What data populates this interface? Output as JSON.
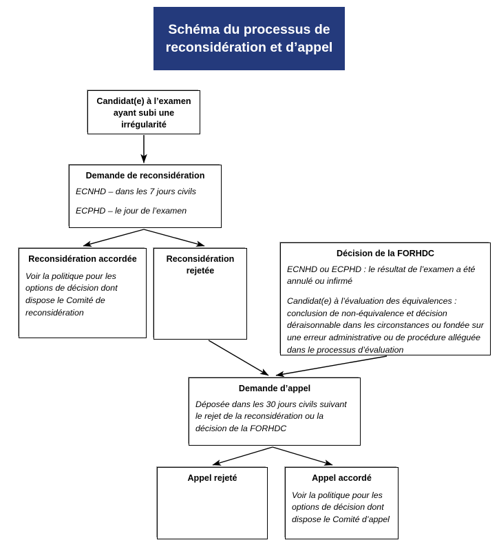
{
  "title": {
    "line1": "Schéma du processus de",
    "line2": "reconsidération et d’appel",
    "background_color": "#243A7C",
    "text_color": "#FFFFFF"
  },
  "theme": {
    "page_background": "#FFFFFF",
    "node_border_color": "#000000",
    "node_shadow_color": "#A8A8A8",
    "arrow_color": "#000000",
    "text_color": "#000000"
  },
  "nodes": {
    "candidate": {
      "title": "Candidat(e) à l’examen ayant subi une irrégularité",
      "body": []
    },
    "demande_reconsideration": {
      "title": "Demande de reconsidération",
      "body": [
        "ECNHD – dans les 7 jours civils",
        "ECPHD – le jour de l’examen"
      ]
    },
    "reconsideration_accordee": {
      "title": "Reconsidération accordée",
      "body": [
        "Voir la politique pour les options de décision dont dispose le Comité de reconsidération"
      ]
    },
    "reconsideration_rejetee": {
      "title": "Reconsidération rejetée",
      "body": []
    },
    "decision_forhdc": {
      "title": "Décision de la FORHDC",
      "body": [
        "ECNHD ou ECPHD : le résultat de l’examen a été annulé ou infirmé",
        "Candidat(e) à l’évaluation des équivalences : conclusion de non-équivalence et décision déraisonnable dans les circonstances ou fondée sur une erreur administrative ou de procédure alléguée dans le processus d’évaluation"
      ]
    },
    "demande_appel": {
      "title": "Demande d’appel",
      "body": [
        "Déposée dans les 30 jours civils suivant le rejet de la reconsidération ou la décision de la FORHDC"
      ]
    },
    "appel_rejete": {
      "title": "Appel rejeté",
      "body": []
    },
    "appel_accorde": {
      "title": "Appel accordé",
      "body": [
        "Voir la politique pour les options de décision dont dispose le Comité d’appel"
      ]
    }
  },
  "connectors": [
    {
      "name": "candidate-to-demande-reconsideration",
      "from": "candidate",
      "to": "demande_reconsideration",
      "style": "straight-down"
    },
    {
      "name": "demande-reconsideration-to-reconsideration-accordee",
      "from": "demande_reconsideration",
      "to": "reconsideration_accordee",
      "style": "diagonal-left"
    },
    {
      "name": "demande-reconsideration-to-reconsideration-rejetee",
      "from": "demande_reconsideration",
      "to": "reconsideration_rejetee",
      "style": "diagonal-right"
    },
    {
      "name": "reconsideration-rejetee-to-demande-appel",
      "from": "reconsideration_rejetee",
      "to": "demande_appel",
      "style": "diagonal-right-down"
    },
    {
      "name": "decision-forhdc-to-demande-appel",
      "from": "decision_forhdc",
      "to": "demande_appel",
      "style": "diagonal-left-down"
    },
    {
      "name": "demande-appel-to-appel-rejete",
      "from": "demande_appel",
      "to": "appel_rejete",
      "style": "diagonal-left"
    },
    {
      "name": "demande-appel-to-appel-accorde",
      "from": "demande_appel",
      "to": "appel_accorde",
      "style": "diagonal-right"
    }
  ]
}
